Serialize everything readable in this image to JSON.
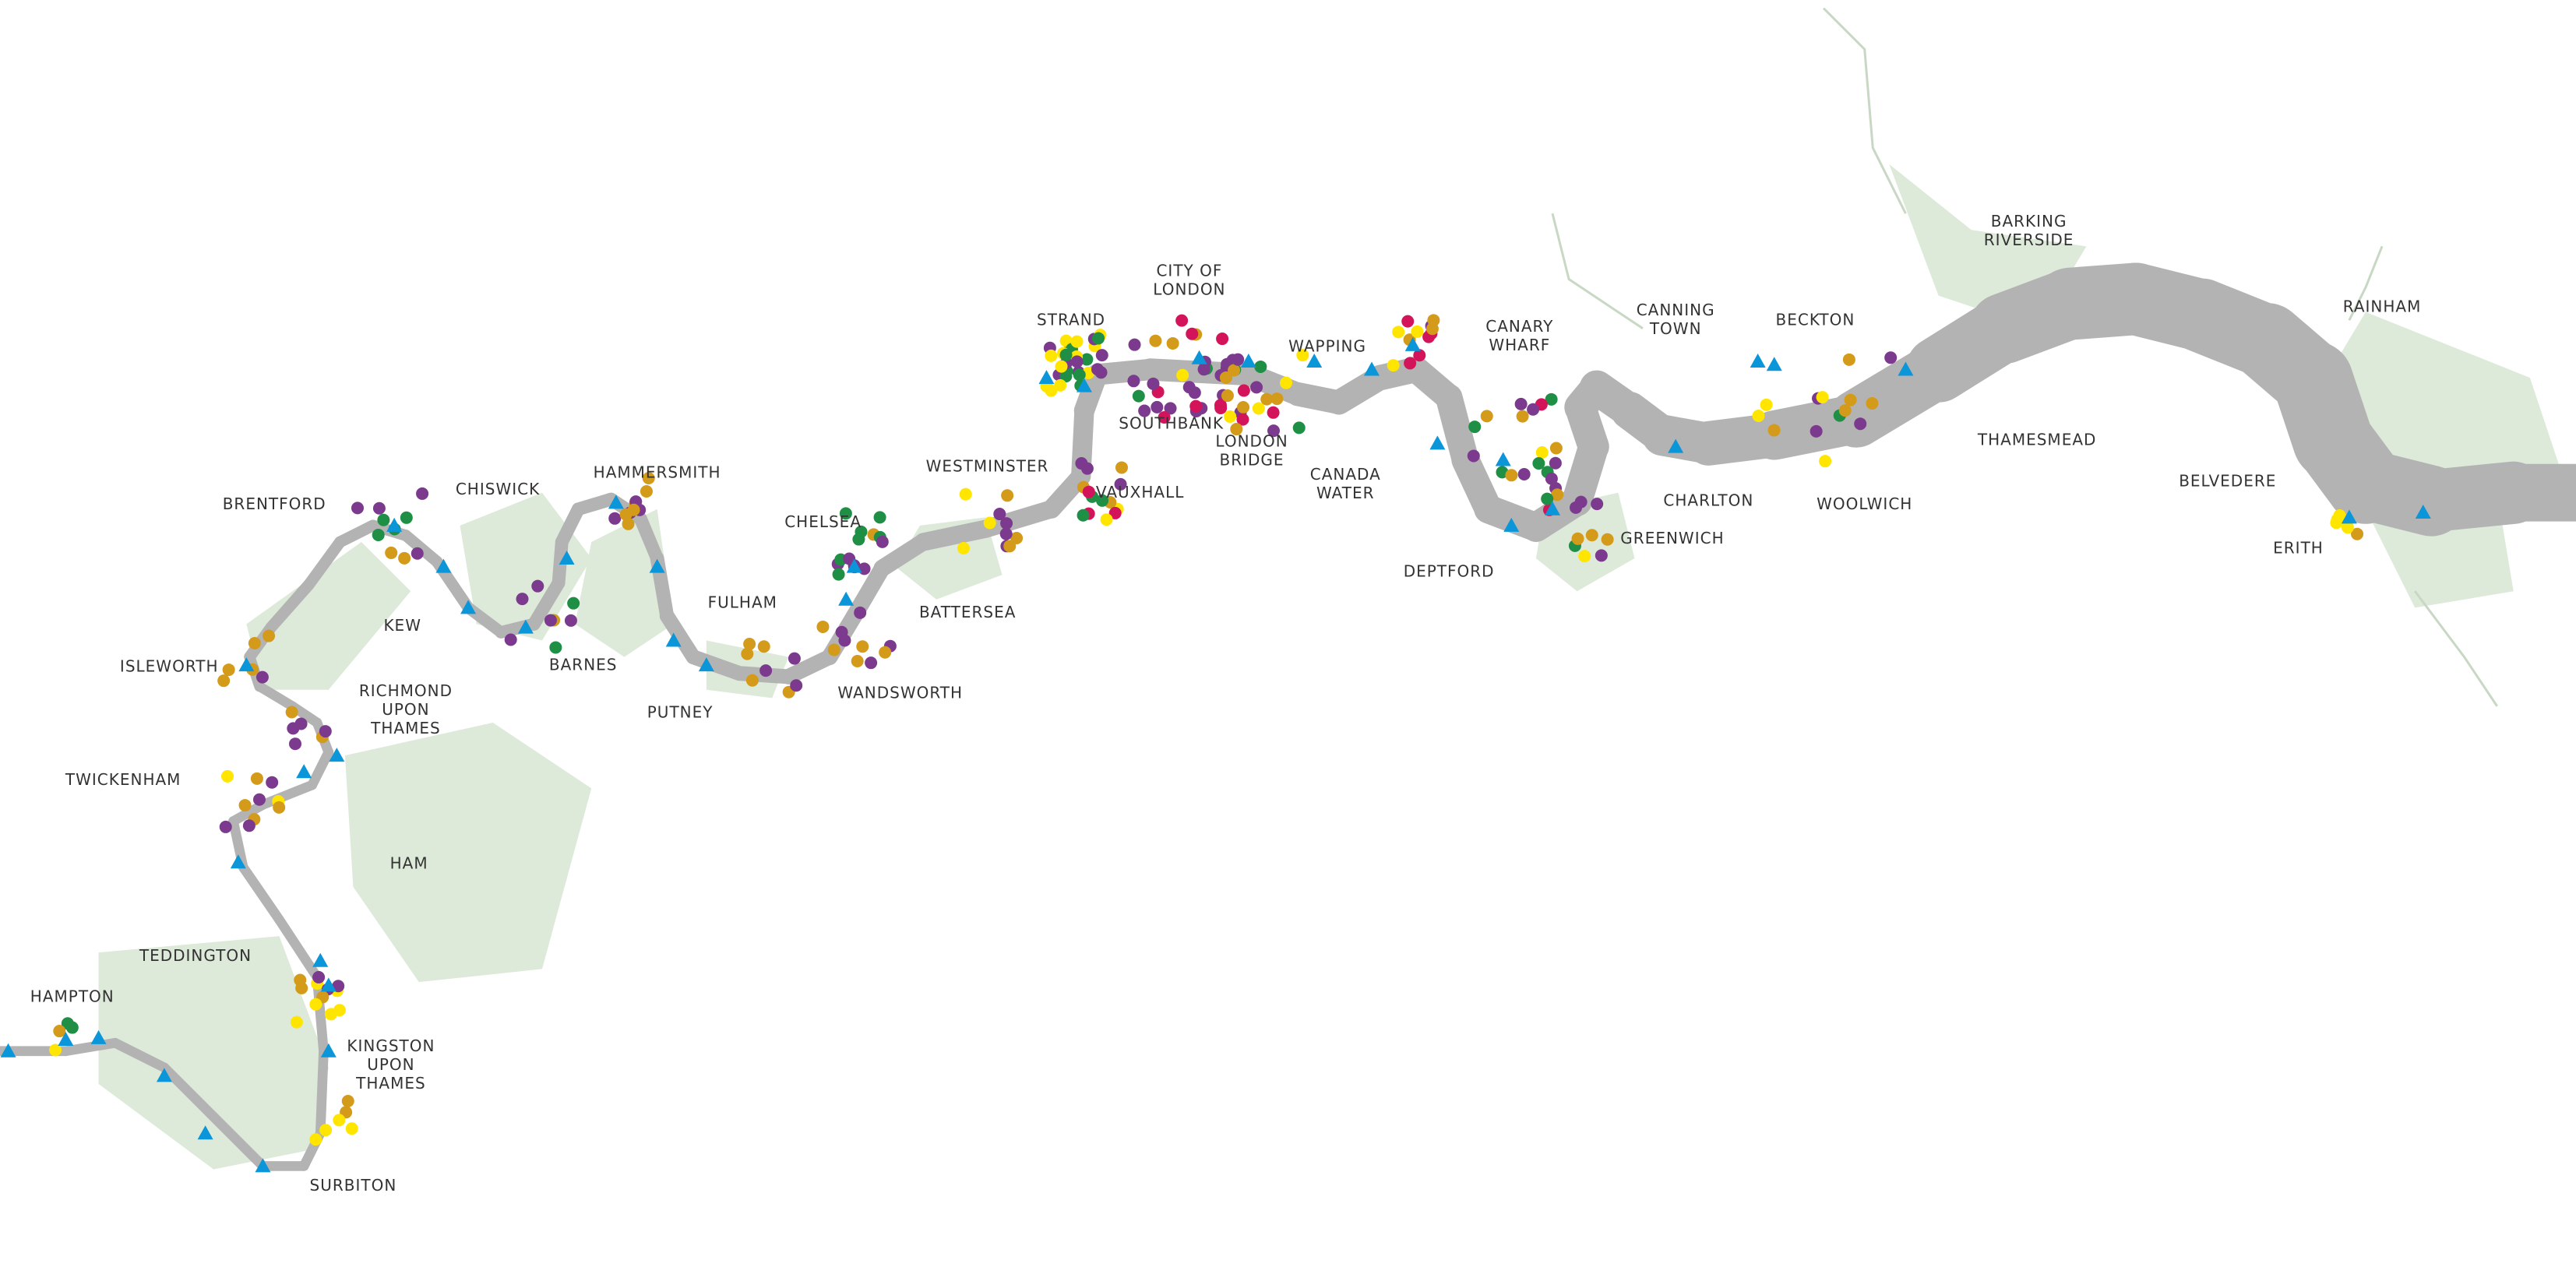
{
  "map": {
    "colors": {
      "river": "#b3b3b3",
      "green_space": "#dde9d9",
      "purple": "#7b3a8e",
      "green": "#1f8f45",
      "yellow": "#ffe500",
      "gold": "#d49a1a",
      "crimson": "#d4145a",
      "triangle": "#0a96d8"
    },
    "labels": [
      {
        "id": "city-of-london",
        "lines": [
          "CITY OF",
          "LONDON"
        ]
      },
      {
        "id": "strand",
        "lines": [
          "STRAND"
        ]
      },
      {
        "id": "wapping",
        "lines": [
          "WAPPING"
        ]
      },
      {
        "id": "canary-wharf",
        "lines": [
          "CANARY",
          "WHARF"
        ]
      },
      {
        "id": "canning-town",
        "lines": [
          "CANNING",
          "TOWN"
        ]
      },
      {
        "id": "beckton",
        "lines": [
          "BECKTON"
        ]
      },
      {
        "id": "barking-riverside",
        "lines": [
          "BARKING",
          "RIVERSIDE"
        ]
      },
      {
        "id": "rainham",
        "lines": [
          "RAINHAM"
        ]
      },
      {
        "id": "hammersmith",
        "lines": [
          "HAMMERSMITH"
        ]
      },
      {
        "id": "chiswick",
        "lines": [
          "CHISWICK"
        ]
      },
      {
        "id": "brentford",
        "lines": [
          "BRENTFORD"
        ]
      },
      {
        "id": "chelsea",
        "lines": [
          "CHELSEA"
        ]
      },
      {
        "id": "westminster",
        "lines": [
          "WESTMINSTER"
        ]
      },
      {
        "id": "southbank",
        "lines": [
          "SOUTHBANK"
        ]
      },
      {
        "id": "london-bridge",
        "lines": [
          "LONDON",
          "BRIDGE"
        ]
      },
      {
        "id": "canada-water",
        "lines": [
          "CANADA",
          "WATER"
        ]
      },
      {
        "id": "vauxhall",
        "lines": [
          "VAUXHALL"
        ]
      },
      {
        "id": "fulham",
        "lines": [
          "FULHAM"
        ]
      },
      {
        "id": "battersea",
        "lines": [
          "BATTERSEA"
        ]
      },
      {
        "id": "putney",
        "lines": [
          "PUTNEY"
        ]
      },
      {
        "id": "wandsworth",
        "lines": [
          "WANDSWORTH"
        ]
      },
      {
        "id": "kew",
        "lines": [
          "KEW"
        ]
      },
      {
        "id": "barnes",
        "lines": [
          "BARNES"
        ]
      },
      {
        "id": "isleworth",
        "lines": [
          "ISLEWORTH"
        ]
      },
      {
        "id": "richmond",
        "lines": [
          "RICHMOND",
          "UPON",
          "THAMES"
        ]
      },
      {
        "id": "twickenham",
        "lines": [
          "TWICKENHAM"
        ]
      },
      {
        "id": "ham",
        "lines": [
          "HAM"
        ]
      },
      {
        "id": "teddington",
        "lines": [
          "TEDDINGTON"
        ]
      },
      {
        "id": "hampton",
        "lines": [
          "HAMPTON"
        ]
      },
      {
        "id": "kingston",
        "lines": [
          "KINGSTON",
          "UPON",
          "THAMES"
        ]
      },
      {
        "id": "surbiton",
        "lines": [
          "SURBITON"
        ]
      },
      {
        "id": "deptford",
        "lines": [
          "DEPTFORD"
        ]
      },
      {
        "id": "greenwich",
        "lines": [
          "GREENWICH"
        ]
      },
      {
        "id": "charlton",
        "lines": [
          "CHARLTON"
        ]
      },
      {
        "id": "woolwich",
        "lines": [
          "WOOLWICH"
        ]
      },
      {
        "id": "thamesmead",
        "lines": [
          "THAMESMEAD"
        ]
      },
      {
        "id": "belvedere",
        "lines": [
          "BELVEDERE"
        ]
      },
      {
        "id": "erith",
        "lines": [
          "ERITH"
        ]
      }
    ]
  }
}
